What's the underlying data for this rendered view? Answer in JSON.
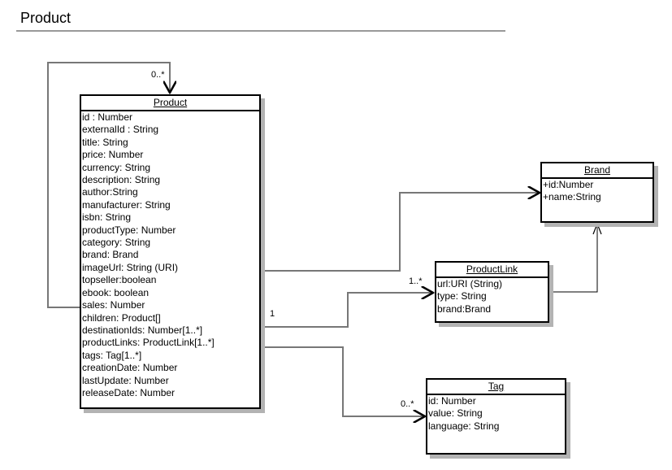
{
  "diagram": {
    "title": "Product"
  },
  "classes": {
    "product": {
      "name": "Product",
      "attributes": [
        "id : Number",
        "externalId : String",
        "title: String",
        "price: Number",
        "currency: String",
        "description: String",
        "author:String",
        "manufacturer: String",
        "isbn: String",
        "productType: Number",
        "category: String",
        "brand: Brand",
        "imageUrl: String (URI)",
        "topseller:boolean",
        "ebook: boolean",
        "sales: Number",
        "children: Product[]",
        "destinationIds: Number[1..*]",
        "productLinks: ProductLink[1..*]",
        "tags: Tag[1..*]",
        "creationDate: Number",
        "lastUpdate: Number",
        "releaseDate: Number"
      ]
    },
    "brand": {
      "name": "Brand",
      "attributes": [
        "+id:Number",
        "+name:String"
      ]
    },
    "productLink": {
      "name": "ProductLink",
      "attributes": [
        "url:URI (String)",
        "type: String",
        "brand:Brand"
      ]
    },
    "tag": {
      "name": "Tag",
      "attributes": [
        "id: Number",
        "value: String",
        "language: String"
      ]
    }
  },
  "associations": [
    {
      "from": "Product",
      "to": "Product",
      "via": "children",
      "target_multiplicity": "0..*"
    },
    {
      "from": "Product",
      "to": "Brand",
      "via": "brand"
    },
    {
      "from": "Product",
      "to": "ProductLink",
      "via": "productLinks",
      "source_multiplicity": "1",
      "target_multiplicity": "1..*"
    },
    {
      "from": "Product",
      "to": "Tag",
      "via": "tags",
      "target_multiplicity": "0..*"
    },
    {
      "from": "ProductLink",
      "to": "Brand",
      "via": "brand"
    }
  ],
  "labels": {
    "self_mult": "0..*",
    "link_source_mult": "1",
    "link_target_mult": "1..*",
    "tag_target_mult": "0..*"
  }
}
